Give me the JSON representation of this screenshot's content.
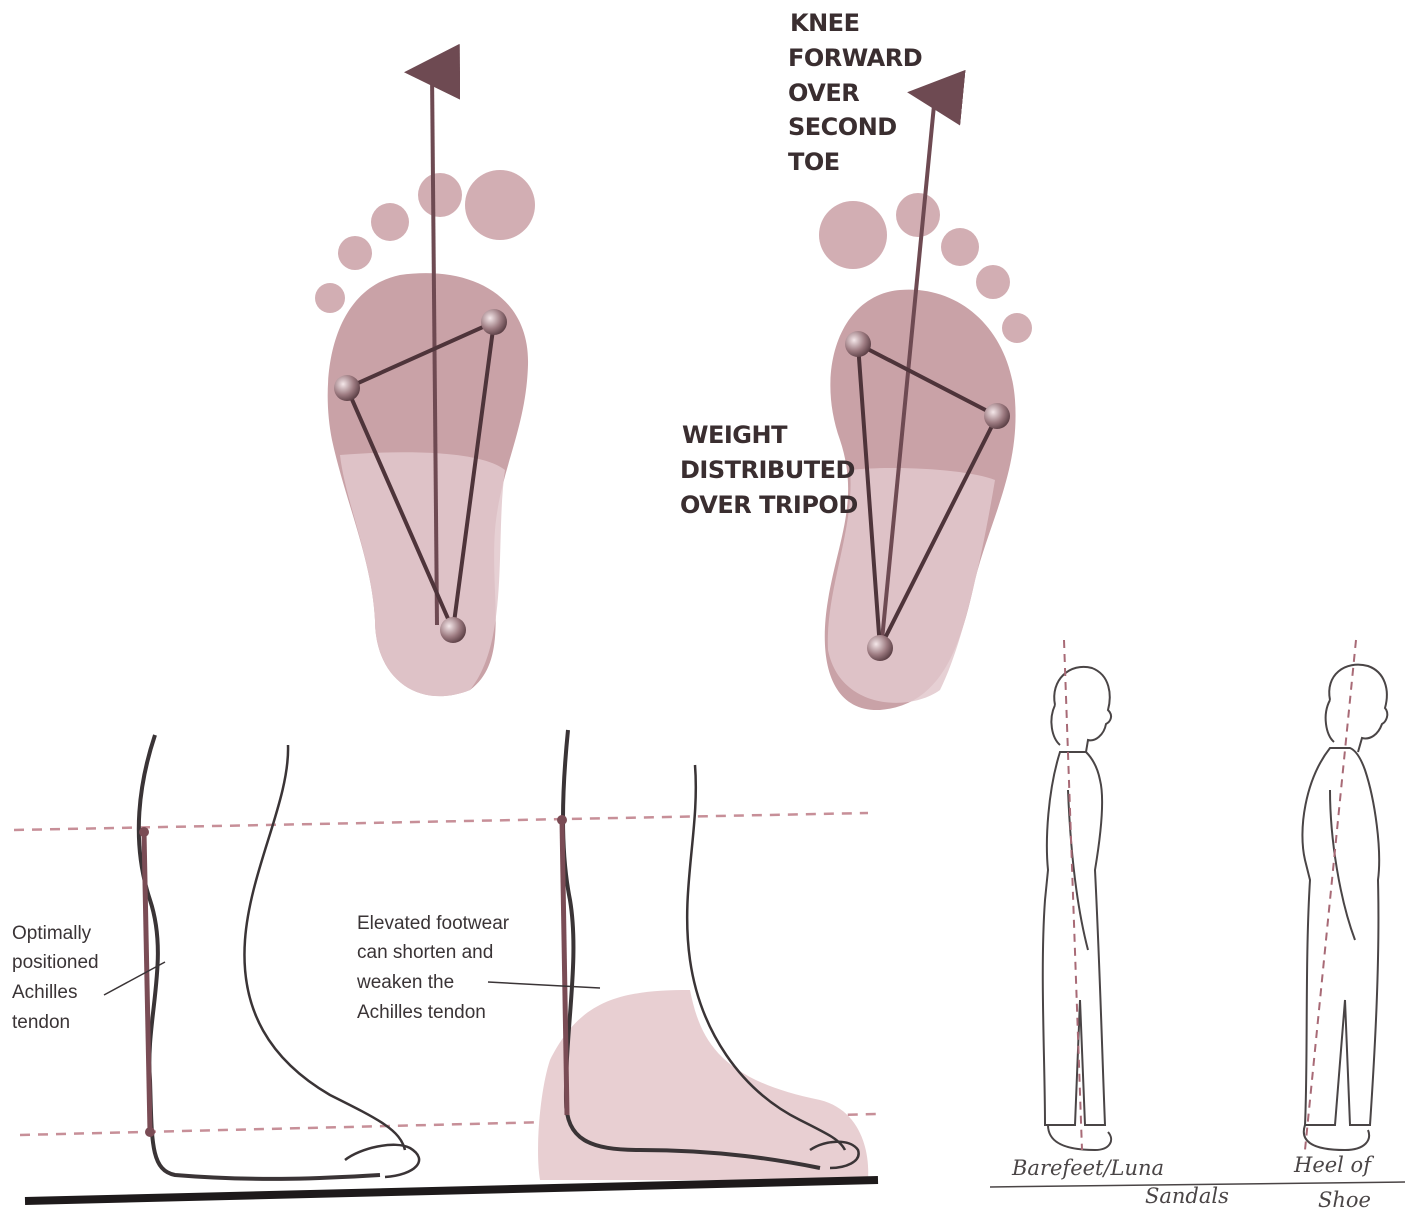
{
  "labels": {
    "knee_forward": [
      "KNEE",
      "FORWARD",
      "OVER",
      "SECOND",
      "TOE"
    ],
    "weight_distributed": [
      "WEIGHT",
      "DISTRIBUTED",
      "OVER TRIPOD"
    ],
    "optimal_achilles": [
      "Optimally",
      "positioned",
      "Achilles",
      "tendon"
    ],
    "elevated_footwear": [
      "Elevated footwear",
      "can shorten and",
      "weaken the",
      "Achilles tendon"
    ],
    "barefoot_label": [
      "Barefeet/Luna",
      "Sandals"
    ],
    "heel_label": [
      "Heel of",
      "Shoe"
    ]
  },
  "colors": {
    "footprint": "#c9a2a7",
    "footprint_light": "#e2c8cc",
    "line": "#6e4a52",
    "dashed_guide": "#c78f98",
    "outline": "#3a3436",
    "shoe": "#e8cfd2"
  }
}
